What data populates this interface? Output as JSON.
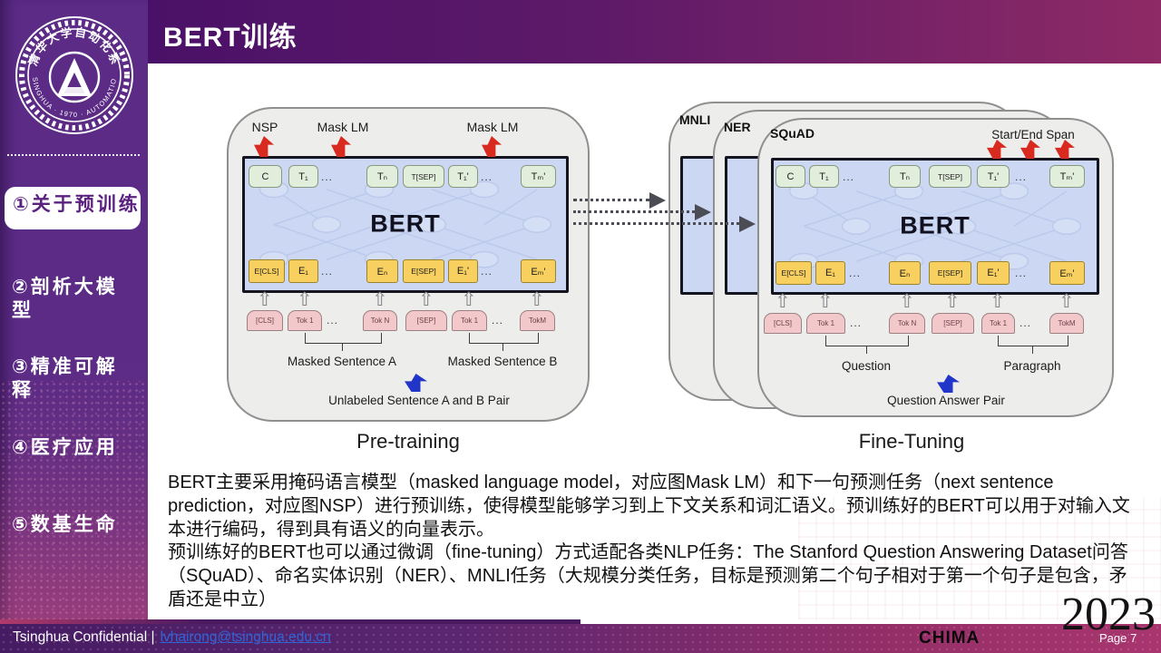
{
  "header": {
    "title": "BERT训练"
  },
  "logo": {
    "top_text": "清华大学自动化系",
    "bottom_text": "TSINGHUA · 1970 · AUTOMATION"
  },
  "sidebar": {
    "items": [
      {
        "label": "①关于预训练",
        "active": true
      },
      {
        "label": "②剖析大模型",
        "active": false
      },
      {
        "label": "③精准可解释",
        "active": false
      },
      {
        "label": "④医疗应用",
        "active": false
      },
      {
        "label": "⑤数基生命",
        "active": false
      }
    ]
  },
  "diagram": {
    "pretraining": {
      "caption": "Pre-training",
      "nsp": "NSP",
      "mask1": "Mask LM",
      "mask2": "Mask LM",
      "bert": "BERT",
      "t_row": [
        "C",
        "T₁",
        "...",
        "Tₙ",
        "T[SEP]",
        "T₁'",
        "...",
        "Tₘ'"
      ],
      "e_row": [
        "E[CLS]",
        "E₁",
        "...",
        "Eₙ",
        "E[SEP]",
        "E₁'",
        "...",
        "Eₘ'"
      ],
      "tokens": [
        "[CLS]",
        "Tok 1",
        "...",
        "Tok N",
        "[SEP]",
        "Tok 1",
        "...",
        "TokM"
      ],
      "sentence_a": "Masked Sentence A",
      "sentence_b": "Masked Sentence B",
      "pair": "Unlabeled Sentence A and B Pair"
    },
    "finetuning": {
      "caption": "Fine-Tuning",
      "card_back": "MNLI",
      "card_mid": "NER",
      "card_front": "SQuAD",
      "span": "Start/End Span",
      "bert": "BERT",
      "t_row": [
        "C",
        "T₁",
        "...",
        "Tₙ",
        "T[SEP]",
        "T₁'",
        "...",
        "Tₘ'"
      ],
      "e_row": [
        "E[CLS]",
        "E₁",
        "...",
        "Eₙ",
        "E[SEP]",
        "E₁'",
        "...",
        "Eₘ'"
      ],
      "tokens": [
        "[CLS]",
        "Tok 1",
        "...",
        "Tok N",
        "[SEP]",
        "Tok 1",
        "...",
        "TokM"
      ],
      "question": "Question",
      "paragraph": "Paragraph",
      "pair": "Question Answer Pair"
    }
  },
  "body": {
    "p1": "BERT主要采用掩码语言模型（masked language model，对应图Mask LM）和下一句预测任务（next sentence prediction，对应图NSP）进行预训练，使得模型能够学习到上下文关系和词汇语义。预训练好的BERT可以用于对输入文本进行编码，得到具有语义的向量表示。",
    "p2": "预训练好的BERT也可以通过微调（fine-tuning）方式适配各类NLP任务：The Stanford Question Answering Dataset问答（SQuAD）、命名实体识别（NER）、MNLI任务（大规模分类任务，目标是预测第二个句子相对于第一个句子是包含，矛盾还是中立）"
  },
  "footer": {
    "confidential": "Tsinghua Confidential |",
    "email": "lvhairong@tsinghua.edu.cn",
    "conference": "CHIMA",
    "page": "Page 7",
    "year": "2023"
  },
  "colors": {
    "header_left": "#4a1168",
    "header_right": "#8e2a66",
    "sidebar_purple": "#5b2b86",
    "footer_right": "#a8356e",
    "bert_box_blue": "#cbd7f3",
    "t_box_green": "#e2eedc",
    "e_box_yellow": "#f8d060",
    "token_pink": "#f3c8ca",
    "arrow_red": "#d92a20",
    "arrow_blue": "#2135c8",
    "link_blue": "#2b66d9"
  }
}
